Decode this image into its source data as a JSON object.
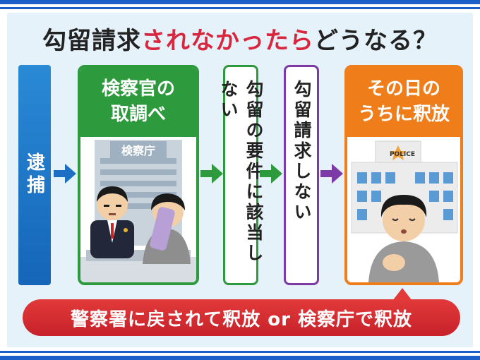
{
  "title": {
    "part1": "勾留請求",
    "highlight": "されなかったら",
    "part2": "どうなる？"
  },
  "steps": {
    "arrest": "逮捕",
    "prosecutor": {
      "label": "検察官の\n取調べ",
      "building_sign": "検察庁"
    },
    "requirements": "勾留の要件に該当しない",
    "no_request": "勾留請求しない",
    "release": {
      "label": "その日の\nうちに釈放",
      "building_sign": "POLICE"
    }
  },
  "banner": "警察署に戻されて釈放 or 検察庁で釈放",
  "colors": {
    "blue": "#1c5fc9",
    "green": "#2e9a3e",
    "purple": "#7b3aa5",
    "orange": "#ef7d1a",
    "red": "#d7263d"
  },
  "icons": [
    "arrow-right-icon",
    "office-building-icon",
    "police-station-icon",
    "prosecutor-person-icon",
    "suspect-person-icon",
    "relieved-person-icon"
  ]
}
